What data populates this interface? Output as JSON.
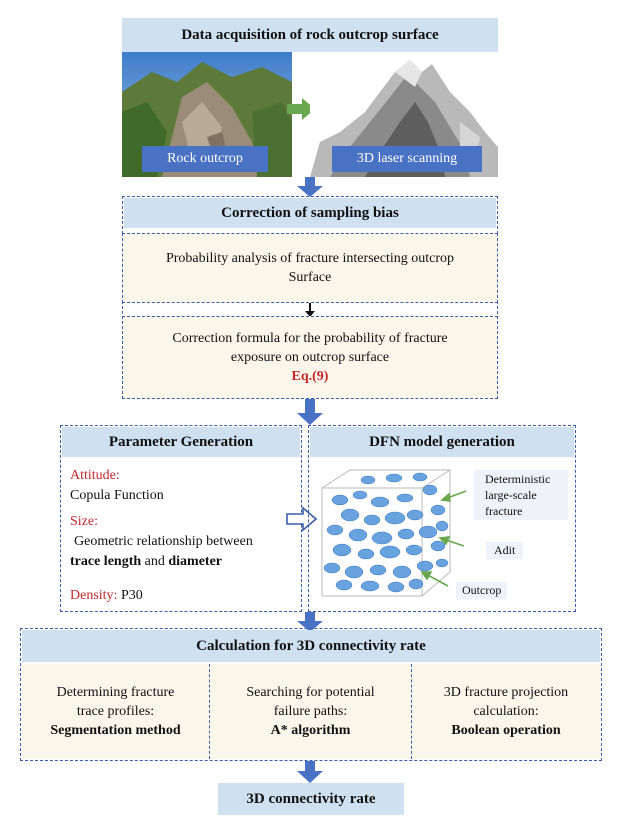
{
  "acquisition": {
    "title": "Data acquisition of rock outcrop surface",
    "photo_label": "Rock outcrop",
    "scan_label": "3D laser scanning"
  },
  "correction": {
    "title": "Correction of sampling bias",
    "prob_line1": "Probability analysis of fracture intersecting outcrop",
    "prob_line2": "Surface",
    "formula_line1": "Correction formula for the probability of fracture",
    "formula_line2": "exposure on outcrop surface",
    "eq": "Eq.(9)"
  },
  "parameter": {
    "title": "Parameter Generation",
    "attitude_label": "Attitude:",
    "attitude_value": "Copula Function",
    "size_label": "Size:",
    "size_line1": "Geometric relationship between",
    "size_bold1": "trace length",
    "size_and": " and ",
    "size_bold2": "diameter",
    "density_label": "Density:",
    "density_value": " P30"
  },
  "dfn": {
    "title": "DFN model generation",
    "label_deterministic_1": "Deterministic",
    "label_deterministic_2": "large-scale",
    "label_deterministic_3": "fracture",
    "label_adit": "Adit",
    "label_outcrop": "Outcrop"
  },
  "connectivity": {
    "title": "Calculation for 3D connectivity rate",
    "col1_line1": "Determining fracture",
    "col1_line2": "trace profiles:",
    "col1_bold": "Segmentation method",
    "col2_line1": "Searching for potential",
    "col2_line2": "failure paths:",
    "col2_bold": "A* algorithm",
    "col3_line1": "3D fracture projection",
    "col3_line2": "calculation:",
    "col3_bold": "Boolean operation"
  },
  "result": {
    "title": "3D connectivity rate"
  },
  "colors": {
    "header_bg": "#cfe0f0",
    "dash_border": "#3a5ea8",
    "arrow": "#4a72c4",
    "accent_red": "#c0282d",
    "fracture_blue": "#4f93d9",
    "green_arrow": "#6aa84f"
  }
}
